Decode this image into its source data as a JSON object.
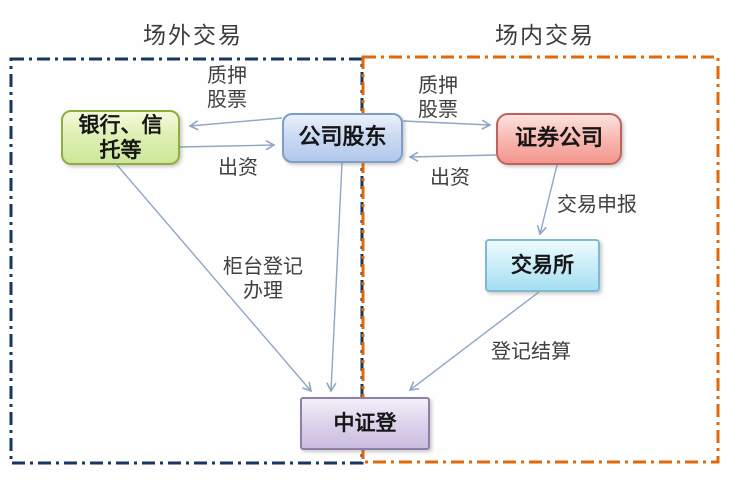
{
  "regions": {
    "otc": {
      "title": "场外交易",
      "border_color": "#17375e"
    },
    "floor": {
      "title": "场内交易",
      "border_color": "#e0690c"
    }
  },
  "nodes": {
    "bank": {
      "label": "银行、信托等",
      "line1": "银行、信",
      "line2": "托等",
      "fill": "#cde69a",
      "border": "#8fae3e"
    },
    "shareholder": {
      "label": "公司股东",
      "fill": "#b2c9ec",
      "border": "#7f9dc7"
    },
    "securities": {
      "label": "证券公司",
      "fill": "#f2968e",
      "border": "#c0625c"
    },
    "exchange": {
      "label": "交易所",
      "fill": "#a5dff2",
      "border": "#7fb9d2"
    },
    "depository": {
      "label": "中证登",
      "fill": "#cabce0",
      "border": "#8e7fa8"
    }
  },
  "edges": {
    "pledge_otc": {
      "label": "质押股票",
      "line1": "质押",
      "line2": "股票",
      "from": "公司股东",
      "to": "银行、信托等"
    },
    "fund_otc": {
      "label": "出资",
      "from": "银行、信托等",
      "to": "公司股东"
    },
    "pledge_floor": {
      "label": "质押股票",
      "line1": "质押",
      "line2": "股票",
      "from": "公司股东",
      "to": "证券公司"
    },
    "fund_floor": {
      "label": "出资",
      "from": "证券公司",
      "to": "公司股东"
    },
    "trade_declaration": {
      "label": "交易申报",
      "from": "证券公司",
      "to": "交易所"
    },
    "counter_registration": {
      "label": "柜台登记办理",
      "line1": "柜台登记",
      "line2": "办理",
      "from": "银行、信托等",
      "to": "中证登"
    },
    "registration_settlement": {
      "label": "登记结算",
      "from": "交易所",
      "to": "中证登"
    },
    "shareholder_registration": {
      "label": "",
      "from": "公司股东",
      "to": "中证登"
    }
  },
  "arrow_color": "#8fa6c4"
}
